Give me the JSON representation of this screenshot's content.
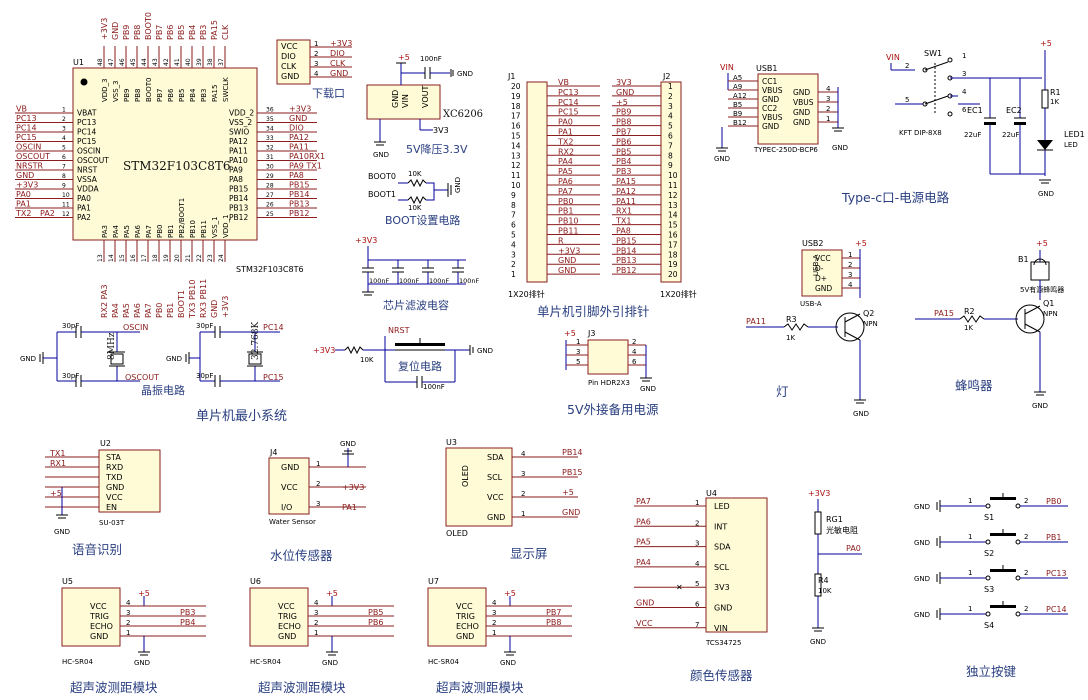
{
  "mcu": {
    "ref": "U1",
    "part": "STM32F103C8T6",
    "part_caption": "STM32F103C8T6",
    "top_pins": [
      "+3V3",
      "GND",
      "PB9",
      "PB8",
      "BOOT0",
      "PB7",
      "PB6",
      "PB5",
      "PB4",
      "PB3",
      "PA15",
      "CLK"
    ],
    "top_nums": [
      "48",
      "47",
      "46",
      "45",
      "44",
      "43",
      "42",
      "41",
      "40",
      "39",
      "38",
      "37"
    ],
    "top_inner": [
      "VDD_3",
      "VSS_3",
      "PB9",
      "PB8",
      "BOOT0",
      "PB7",
      "PB6",
      "PB5",
      "PB4",
      "PB3",
      "PA15",
      "SWCLK"
    ],
    "left_nets": [
      "VB",
      "PC13",
      "PC14",
      "PC15",
      "OSCIN",
      "OSCOUT",
      "NRSTR",
      "GND",
      "+3V3",
      "PA0",
      "PA1",
      "TX2"
    ],
    "left_inner": [
      "VBAT",
      "PC13",
      "PC14",
      "PC15",
      "OSCIN",
      "OSCOUT",
      "NRST",
      "VSSA",
      "VDDA",
      "PA0",
      "PA1",
      "PA2"
    ],
    "left_nums": [
      "1",
      "2",
      "3",
      "4",
      "5",
      "6",
      "7",
      "8",
      "9",
      "10",
      "11",
      "12"
    ],
    "left_extra": "PA2",
    "right_nets": [
      "+3V3",
      "GND",
      "DIO",
      "PA12",
      "PA11",
      "PA10RX1",
      "PA9 TX1",
      "PA8",
      "PB15",
      "PB14",
      "PB13",
      "PB12"
    ],
    "right_inner": [
      "VDD_2",
      "VSS_2",
      "SWIO",
      "PA12",
      "PA11",
      "PA10",
      "PA9",
      "PA8",
      "PB15",
      "PB14",
      "PB13",
      "PB12"
    ],
    "right_nums": [
      "36",
      "35",
      "34",
      "33",
      "32",
      "31",
      "30",
      "29",
      "28",
      "27",
      "26",
      "25"
    ],
    "bottom_inner": [
      "PA3",
      "PA4",
      "PA5",
      "PA6",
      "PA7",
      "PB0",
      "PB1",
      "PB2/BOOT1",
      "PB10",
      "PB11",
      "VSS_1",
      "VDD_1"
    ],
    "bottom_nums": [
      "13",
      "14",
      "15",
      "16",
      "17",
      "18",
      "19",
      "20",
      "21",
      "22",
      "23",
      "24"
    ],
    "bottom_nets": [
      "RX2 PA3",
      "PA4",
      "PA5",
      "PA6",
      "PA7",
      "PB0",
      "PB1",
      "BOOT1",
      "TX3 PB10",
      "RX3 PB11",
      "GND",
      "+3V3"
    ]
  },
  "captions": {
    "min_system": "单片机最小系统",
    "crystal": "晶振电路",
    "reset": "复位电路",
    "filter": "芯片滤波电容",
    "boot": "BOOT设置电路",
    "regulator": "5V降压3.3V",
    "download": "下载口",
    "header": "单片机引脚外引排针",
    "ext_power": "5V外接备用电源",
    "typec": "Type-c口-电源电路",
    "lamp": "灯",
    "buzzer": "蜂鸣器",
    "voice": "语音识别",
    "water": "水位传感器",
    "display": "显示屏",
    "color": "颜色传感器",
    "keys": "独立按键",
    "ultra1": "超声波测距模块",
    "ultra2": "超声波测距模块",
    "ultra3": "超声波测距模块"
  },
  "download": {
    "pins": [
      "VCC",
      "DIO",
      "CLK",
      "GND"
    ],
    "nums": [
      "1",
      "2",
      "3",
      "4"
    ],
    "nets": [
      "+3V3",
      "DIO",
      "CLK",
      "GND"
    ]
  },
  "regulator": {
    "part": "XC6206",
    "vin": "VIN",
    "vout": "VOUT",
    "gnd": "GND",
    "in_net": "+5",
    "out_net": "3V3",
    "cap": "100nF",
    "gnd_net": "GND"
  },
  "boot": {
    "r0": "10K",
    "r1": "10K",
    "n0": "BOOT0",
    "n1": "BOOT1",
    "gnd": "GND"
  },
  "filter": {
    "net": "+3V3",
    "caps": [
      "100nF",
      "100nF",
      "100nF",
      "100nF"
    ]
  },
  "crystal": {
    "c1": "30pF",
    "c2": "30pF",
    "c3": "30pF",
    "c4": "30pF",
    "y1": "8MHz",
    "y2": "32.768K",
    "oscin": "OSCIN",
    "oscout": "OSCOUT",
    "pc14": "PC14",
    "pc15": "PC15",
    "gnd": "GND"
  },
  "reset": {
    "net": "NRST",
    "vcc": "+3V3",
    "r": "10K",
    "c": "100nF",
    "gnd": "GND"
  },
  "j1": {
    "ref": "J1",
    "label": "1X20排针",
    "nums": [
      "20",
      "19",
      "18",
      "17",
      "16",
      "15",
      "14",
      "13",
      "12",
      "11",
      "10",
      "9",
      "8",
      "7",
      "6",
      "5",
      "4",
      "3",
      "2",
      "1"
    ],
    "nets": [
      "VB",
      "PC13",
      "PC14",
      "PC15",
      "PA0",
      "PA1",
      "TX2",
      "RX2",
      "PA4",
      "PA5",
      "PA6",
      "PA7",
      "PB0",
      "PB1",
      "PB10",
      "PB11",
      "R",
      "+3V3",
      "GND",
      "GND"
    ]
  },
  "j2": {
    "ref": "J2",
    "label": "1X20排针",
    "nums": [
      "1",
      "2",
      "3",
      "4",
      "5",
      "6",
      "7",
      "8",
      "9",
      "10",
      "11",
      "12",
      "13",
      "14",
      "15",
      "16",
      "17",
      "18",
      "19",
      "20"
    ],
    "nets": [
      "3V3",
      "GND",
      "+5",
      "PB9",
      "PB8",
      "PB7",
      "PB6",
      "PB5",
      "PB4",
      "PB3",
      "PA15",
      "PA12",
      "PA11",
      "RX1",
      "TX1",
      "PA8",
      "PB15",
      "PB14",
      "PB13",
      "PB12"
    ]
  },
  "j3": {
    "ref": "J3",
    "label": "Pin HDR2X3",
    "nums_l": [
      "1",
      "3",
      "5"
    ],
    "nums_r": [
      "2",
      "4",
      "6"
    ],
    "net": "+5",
    "gnd": "GND"
  },
  "usb1": {
    "ref": "USB1",
    "part": "TYPEC-250D-BCP6",
    "left_nums": [
      "A5",
      "A9",
      "A12",
      "B5",
      "B9",
      "B12"
    ],
    "left_pins": [
      "CC1",
      "VBUS",
      "GND",
      "CC2",
      "VBUS",
      "GND"
    ],
    "right_pins": [
      "GND",
      "VBUS",
      "GND",
      "GND"
    ],
    "right_nums": [
      "4",
      "3",
      "2",
      "1"
    ],
    "vin": "VIN",
    "gnd": "GND"
  },
  "power_switch": {
    "ref": "SW1",
    "part": "KFT DIP-8X8",
    "vin": "VIN",
    "nums": [
      "2",
      "1",
      "3",
      "5",
      "4",
      "6"
    ],
    "ec1": "EC1",
    "ec1v": "22uF",
    "ec2": "EC2",
    "ec2v": "22uF",
    "r1": "R1",
    "r1v": "1K",
    "led": "LED1",
    "ledv": "LED",
    "net": "+5",
    "gnd": "GND"
  },
  "lamp": {
    "usb": "USB2",
    "usb_part": "USB-A",
    "pins": [
      "VCC",
      "D-",
      "D+",
      "GND"
    ],
    "nums": [
      "1",
      "2",
      "3",
      "4"
    ],
    "net": "+5",
    "usb_side": "USB-A",
    "q": "Q2",
    "qt": "NPN",
    "r": "R3",
    "rv": "1K",
    "in": "PA11",
    "gnd": "GND"
  },
  "buzzer": {
    "ref": "B1",
    "part": "5V有源蜂鸣器",
    "net": "+5",
    "q": "Q1",
    "qt": "NPN",
    "r": "R2",
    "rv": "1K",
    "in": "PA15",
    "gnd": "GND"
  },
  "voice": {
    "ref": "U2",
    "part": "SU-03T",
    "pins": [
      "STA",
      "RXD",
      "TXD",
      "GND",
      "VCC",
      "EN"
    ],
    "nets": [
      "TX1",
      "RX1",
      "",
      "",
      "+5",
      ""
    ],
    "gnd": "GND"
  },
  "water": {
    "ref": "J4",
    "part": "Water Sensor",
    "pins": [
      "GND",
      "VCC",
      "I/O"
    ],
    "nums": [
      "1",
      "2",
      "3"
    ],
    "nets": [
      "GND",
      "+3V3",
      "PA1"
    ]
  },
  "oled": {
    "ref": "U3",
    "part": "OLED",
    "side": "OLED",
    "pins": [
      "SDA",
      "SCL",
      "VCC",
      "GND"
    ],
    "nums": [
      "4",
      "3",
      "2",
      "1"
    ],
    "nets": [
      "PB14",
      "PB15",
      "+5",
      "GND"
    ]
  },
  "color": {
    "ref": "U4",
    "part": "TCS34725",
    "pins": [
      "LED",
      "INT",
      "SDA",
      "SCL",
      "3V3",
      "GND",
      "VIN"
    ],
    "nums": [
      "1",
      "2",
      "3",
      "4",
      "5",
      "6",
      "7"
    ],
    "nets": [
      "PA7",
      "PA6",
      "PA5",
      "PA4",
      "",
      "GND",
      "VCC"
    ],
    "nc": "✕"
  },
  "light": {
    "net": "+3V3",
    "rg": "RG1",
    "rgv": "光敏电阻",
    "r4": "R4",
    "r4v": "10K",
    "out": "PA0",
    "gnd": "GND"
  },
  "keys": {
    "items": [
      {
        "sw": "S1",
        "net": "PB0"
      },
      {
        "sw": "S2",
        "net": "PB1"
      },
      {
        "sw": "S3",
        "net": "PC13"
      },
      {
        "sw": "S4",
        "net": "PC14"
      }
    ],
    "gnd": "GND",
    "n1": "1",
    "n2": "2"
  },
  "ultra": [
    {
      "ref": "U5",
      "part": "HC-SR04",
      "pins": [
        "VCC",
        "TRIG",
        "ECHO",
        "GND"
      ],
      "nums": [
        "4",
        "3",
        "2",
        "1"
      ],
      "nets": [
        "+5",
        "PB3",
        "PB4",
        ""
      ],
      "gnd": "GND"
    },
    {
      "ref": "U6",
      "part": "HC-SR04",
      "pins": [
        "VCC",
        "TRIG",
        "ECHO",
        "GND"
      ],
      "nums": [
        "4",
        "3",
        "2",
        "1"
      ],
      "nets": [
        "+5",
        "PB5",
        "PB6",
        ""
      ],
      "gnd": "GND"
    },
    {
      "ref": "U7",
      "part": "HC-SR04",
      "pins": [
        "VCC",
        "TRIG",
        "ECHO",
        "GND"
      ],
      "nums": [
        "4",
        "3",
        "2",
        "1"
      ],
      "nets": [
        "+5",
        "PB7",
        "PB8",
        ""
      ],
      "gnd": "GND"
    }
  ]
}
